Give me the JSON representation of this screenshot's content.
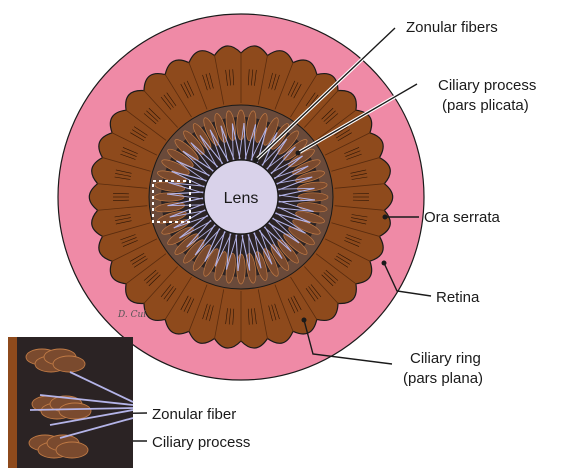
{
  "labels": {
    "zonular_fibers": "Zonular fibers",
    "ciliary_process_line1": "Ciliary process",
    "ciliary_process_line2": "(pars plicata)",
    "ora_serrata": "Ora serrata",
    "retina": "Retina",
    "ciliary_ring_line1": "Ciliary ring",
    "ciliary_ring_line2": "(pars plana)",
    "lens": "Lens",
    "inset_zonular_fiber": "Zonular fiber",
    "inset_ciliary_process": "Ciliary process"
  },
  "signature": "D. Cui",
  "colors": {
    "retina": "#ef8aa6",
    "ciliary_brown": "#8e4a1c",
    "ciliary_brown_dark": "#5a2c0e",
    "process_ring": "#6a4a3a",
    "dark_bg": "#2b2324",
    "zonule": "#b4b4e8",
    "lens": "#d9d2ea",
    "outline": "#1a1a1a"
  }
}
